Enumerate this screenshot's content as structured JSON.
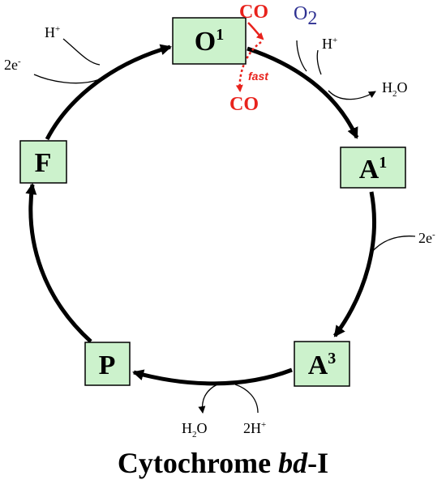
{
  "diagram": {
    "title": {
      "main": "Cytochrome ",
      "italic": "bd",
      "suffix": "-I"
    },
    "states": [
      {
        "id": "O",
        "label": "O",
        "sup": "1"
      },
      {
        "id": "A1",
        "label": "A",
        "sup": "1"
      },
      {
        "id": "A3",
        "label": "A",
        "sup": "3"
      },
      {
        "id": "P",
        "label": "P",
        "sup": ""
      },
      {
        "id": "F",
        "label": "F",
        "sup": ""
      }
    ],
    "labels": {
      "h_plus_left": {
        "base": "H",
        "sup": "+"
      },
      "two_e_left": {
        "base": "2e",
        "sup": "-"
      },
      "co_in": "CO",
      "co_out": "CO",
      "fast": "fast",
      "o2": {
        "base": "O",
        "sub": "2"
      },
      "h_plus_right": {
        "base": "H",
        "sup": "+"
      },
      "h2o_top": {
        "base": "H",
        "sub": "2",
        "tail": "O"
      },
      "two_e_right": {
        "base": "2e",
        "sup": "-"
      },
      "h2o_bottom": {
        "base": "H",
        "sub": "2",
        "tail": "O"
      },
      "two_h_plus_bottom": {
        "base": "2H",
        "sup": "+"
      }
    },
    "colors": {
      "box_fill": "#ccf2cc",
      "box_stroke": "#000000",
      "co": "#e8221c",
      "o2": "#2e3192",
      "arrow": "#000000"
    }
  }
}
